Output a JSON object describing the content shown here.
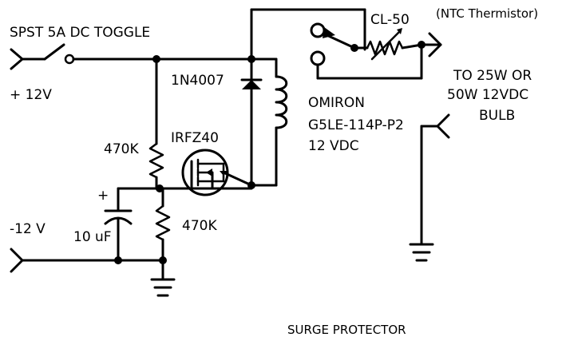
{
  "labels": {
    "switch": "SPST 5A DC TOGGLE",
    "pos_supply": "+ 12V",
    "neg_supply": "-12 V",
    "diode": "1N4007",
    "relay_brand": "OMIRON",
    "relay_model": "G5LE-114P-P2",
    "relay_voltage": "12 VDC",
    "mosfet": "IRFZ40",
    "r_top": "470K",
    "r_bottom": "470K",
    "cap_plus": "+",
    "cap_value": "10 uF",
    "thermistor": "CL-50",
    "thermistor_note": "(NTC Thermistor)",
    "bulb_line1": "TO 25W OR",
    "bulb_line2": "50W  12VDC",
    "bulb_line3": "BULB",
    "footer": "SURGE PROTECTOR"
  }
}
